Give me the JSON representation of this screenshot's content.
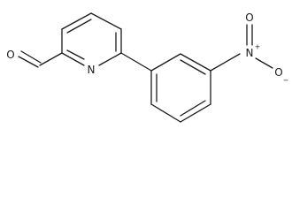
{
  "structure": {
    "atom_labels": {
      "aldehyde_oxygen": "O",
      "pyridine_nitrogen": "N",
      "nitro_nitrogen": "N",
      "nitro_charge_plus": "+",
      "nitro_oxygen_top": "O",
      "nitro_oxygen_bottom": "O",
      "nitro_charge_minus": "−"
    },
    "colors": {
      "bond": "#1a1a1a",
      "label": "#1a1a1a",
      "background": "#ffffff"
    }
  }
}
